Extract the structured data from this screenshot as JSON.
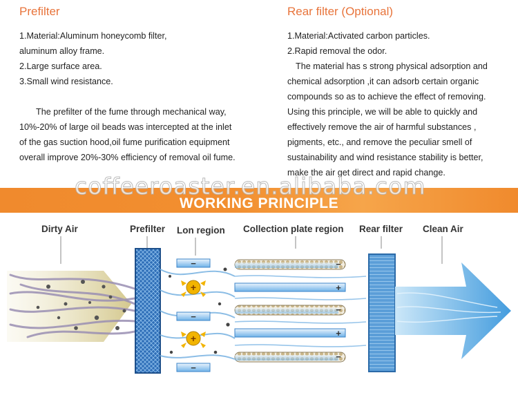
{
  "prefilter": {
    "heading": "Prefilter",
    "points": [
      "1.Material:Aluminum honeycomb filter,",
      "aluminum alloy frame.",
      "2.Large surface area.",
      "3.Small wind resistance."
    ],
    "paragraph": [
      "The prefilter of the fume through mechanical way,",
      "10%-20% of large oil beads was intercepted at the inlet",
      "of the gas suction hood,oil fume purification equipment",
      "overall improve 20%-30% efficiency of removal oil fume."
    ]
  },
  "rear_filter": {
    "heading": "Rear filter (Optional)",
    "points": [
      "1.Material:Activated carbon particles.",
      "2.Rapid removal the odor."
    ],
    "paragraph": [
      "The material has s strong physical adsorption and",
      "chemical adsorption ,it can adsorb certain organic",
      "compounds so as to achieve the effect of removing.",
      "Using this principle, we will be able to quickly and",
      "effectively remove the air of harmful substances ,",
      "pigments, etc., and remove the peculiar smell of",
      "sustainability and wind resistance stability is better,",
      "make the air get direct and rapid change."
    ]
  },
  "banner": {
    "title": "WORKING PRINCIPLE",
    "watermark": "coffeeroaster.en.alibaba.com"
  },
  "diagram": {
    "labels": {
      "dirty_air": "Dirty Air",
      "prefilter": "Prefilter",
      "ion_region": "Lon region",
      "collection": "Collection plate region",
      "rear_filter": "Rear filter",
      "clean_air": "Clean Air"
    },
    "signs": {
      "minus": "−",
      "plus": "+"
    },
    "colors": {
      "accent": "#e8743b",
      "banner": "#f28f30",
      "filter_blue": "#2f6fb8",
      "clean_air": "#4aa3e0",
      "dirty_air": "#d8d0a0"
    }
  }
}
